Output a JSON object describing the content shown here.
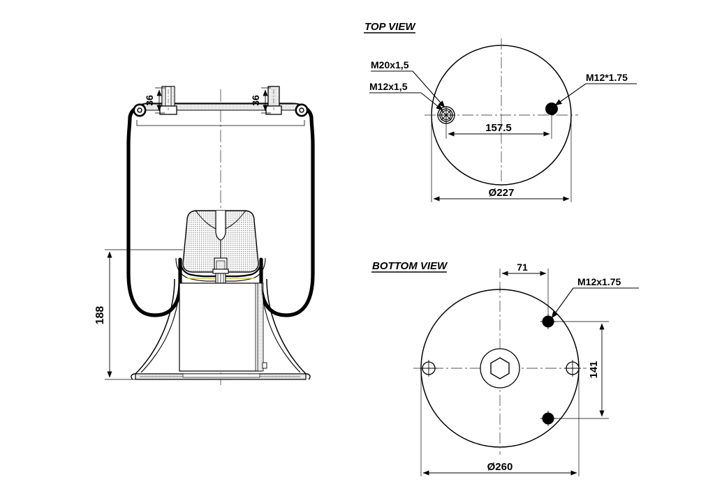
{
  "document": {
    "type": "technical-drawing",
    "subject": "air-spring-bellows",
    "background_color": "#ffffff",
    "line_color": "#000000",
    "hatch_color": "#b8b8b8",
    "centerline_color": "#555555"
  },
  "main_view": {
    "title": "",
    "dimensions": {
      "stud_left_label": "36",
      "stud_right_label": "36",
      "height_label": "188"
    }
  },
  "top_view": {
    "title": "TOP VIEW",
    "labels": {
      "thread_large": "M20x1,5",
      "thread_small": "M12x1,5",
      "thread_right": "M12*1.75"
    },
    "dimensions": {
      "hole_spacing": "157.5",
      "diameter": "Ø227"
    }
  },
  "bottom_view": {
    "title": "BOTTOM VIEW",
    "labels": {
      "thread_studs": "M12x1.75"
    },
    "dimensions": {
      "offset_top": "71",
      "vertical_spacing": "141",
      "diameter": "Ø260"
    }
  }
}
